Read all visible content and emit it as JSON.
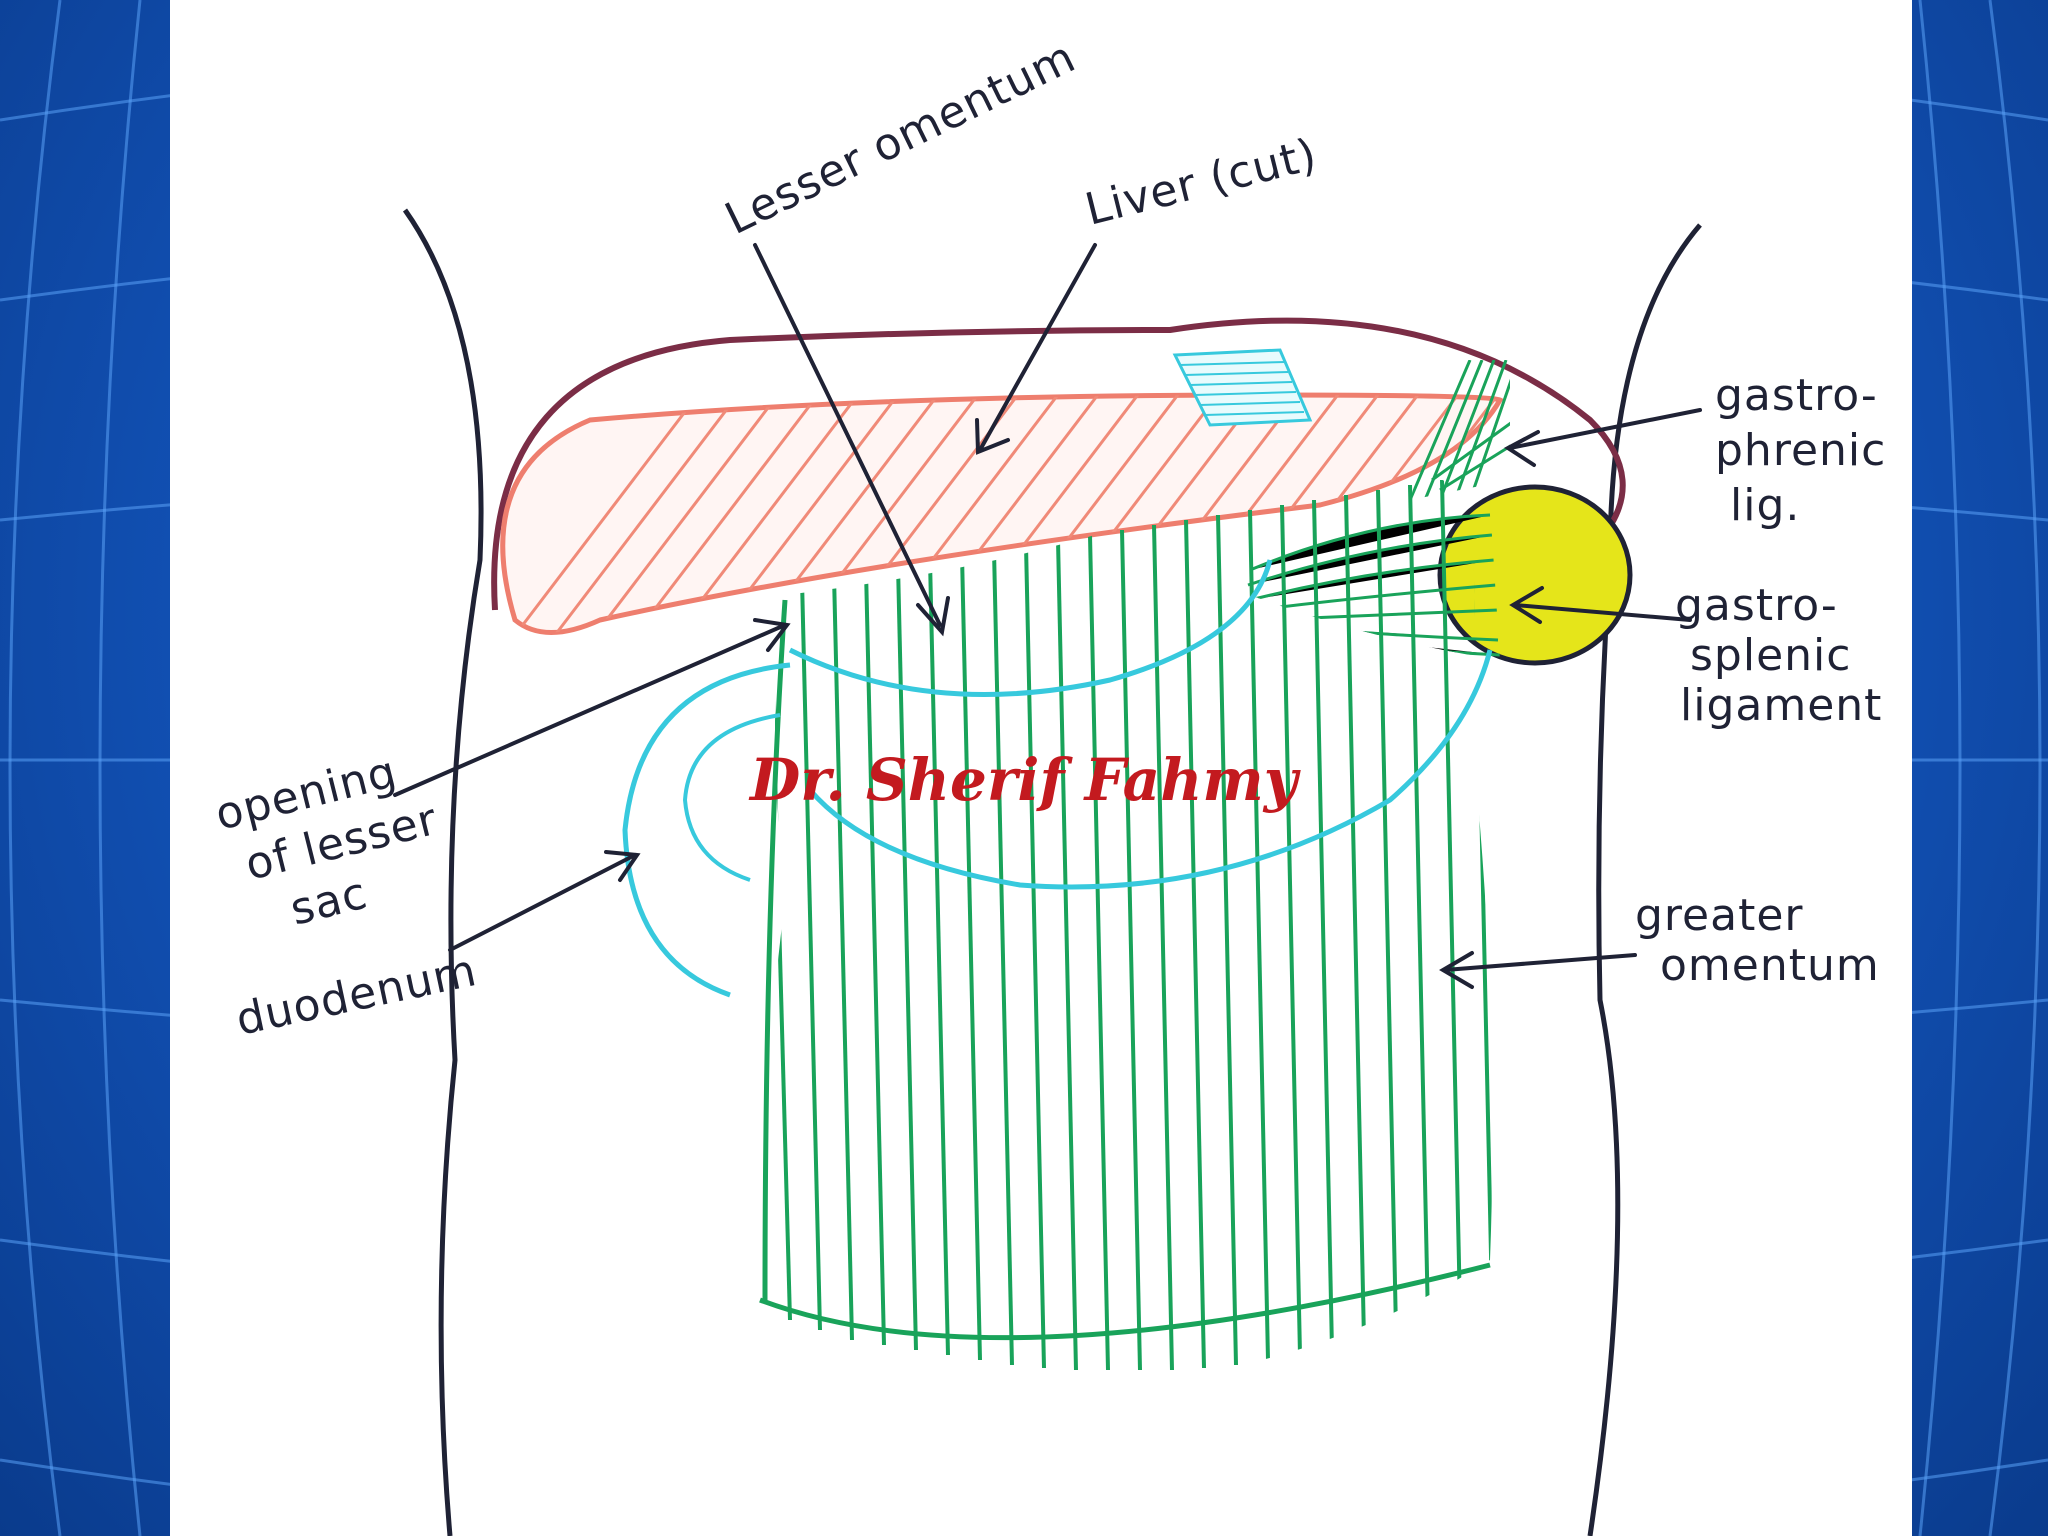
{
  "labels": {
    "lesser_omentum": "Lesser omentum",
    "liver": "Liver (cut)",
    "gastrophrenic": [
      "gastro-",
      "phrenic",
      "lig."
    ],
    "gastrosplenic": [
      "gastro-",
      "splenic",
      "ligament"
    ],
    "opening": [
      "opening",
      "of lesser",
      "sac"
    ],
    "duodenum": "duodenum",
    "greater_omentum": [
      "greater",
      "omentum"
    ]
  },
  "watermark": "Dr. Sherif Fahmy",
  "colors": {
    "background": "#1458c2",
    "sheet": "#ffffff",
    "outline": "#1f2235",
    "liver_outline": "#7b2d46",
    "liver_fill": "#f08a78",
    "omentum": "#19a35a",
    "duodenum": "#37c9dd",
    "spleen": "#e5e51a",
    "watermark": "#c31a1f"
  }
}
